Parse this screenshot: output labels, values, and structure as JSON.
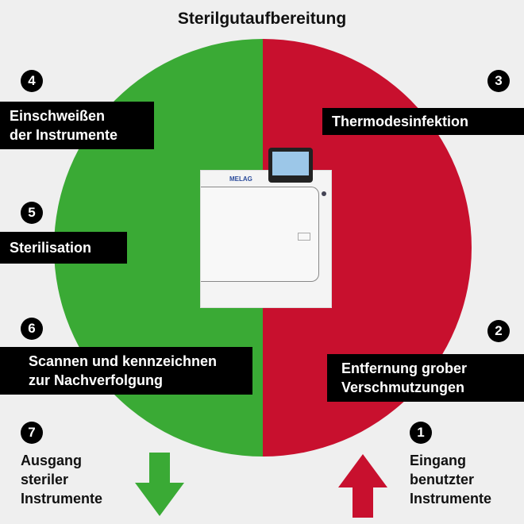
{
  "title": "Sterilgutaufbereitung",
  "colors": {
    "green": "#3aaa35",
    "red": "#c8102e"
  },
  "steps": [
    {
      "num": "1",
      "label": "Eingang benutzter Instrumente"
    },
    {
      "num": "2",
      "label": "Entfernung grober Verschmutzungen",
      "line1": "Entfernung grober",
      "line2": "Verschmutzungen"
    },
    {
      "num": "3",
      "label": "Thermodesinfektion"
    },
    {
      "num": "4",
      "line1": "Einschweißen",
      "line2": "der Instrumente"
    },
    {
      "num": "5",
      "label": "Sterilisation"
    },
    {
      "num": "6",
      "line1": "Scannen und kennzeichnen",
      "line2": "zur Nachverfolgung"
    },
    {
      "num": "7",
      "label": "Ausgang steriler Instrumente"
    }
  ],
  "in": {
    "l1": "Eingang",
    "l2": "benutzter",
    "l3": "Instrumente"
  },
  "out": {
    "l1": "Ausgang",
    "l2": "steriler",
    "l3": "Instrumente"
  },
  "machine": {
    "brand": "MELAG"
  }
}
